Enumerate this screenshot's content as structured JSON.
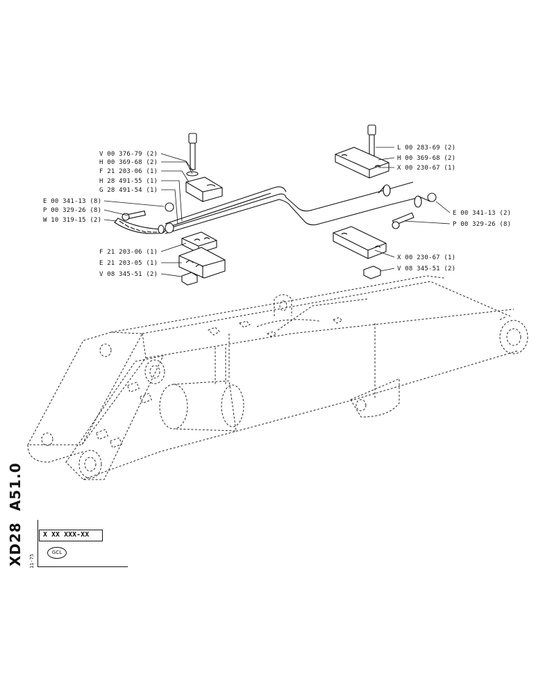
{
  "title": {
    "model": "XD28",
    "page": "A51.0",
    "date": "11-75",
    "code": "X XX XXX-XX",
    "stamp": "GCL"
  },
  "left_labels": [
    "V 00 376-79 (2)",
    "H 00 369-68 (2)",
    "F 21 203-06 (1)",
    "H 28 491-55 (1)",
    "G 28 491-54 (1)",
    "E 00 341-13 (8)",
    "P 00 329-26 (8)",
    "W 10 319-15 (2)",
    "F 21 203-06 (1)",
    "E 21 203-05 (1)",
    "V 08 345-51 (2)"
  ],
  "right_labels": [
    "L 00 283-69 (2)",
    "H 00 369-68 (2)",
    "X 00 230-67 (1)",
    "E 00 341-13 (2)",
    "P 00 329-26 (8)",
    "X 00 230-67 (1)",
    "V 08 345-51 (2)"
  ]
}
